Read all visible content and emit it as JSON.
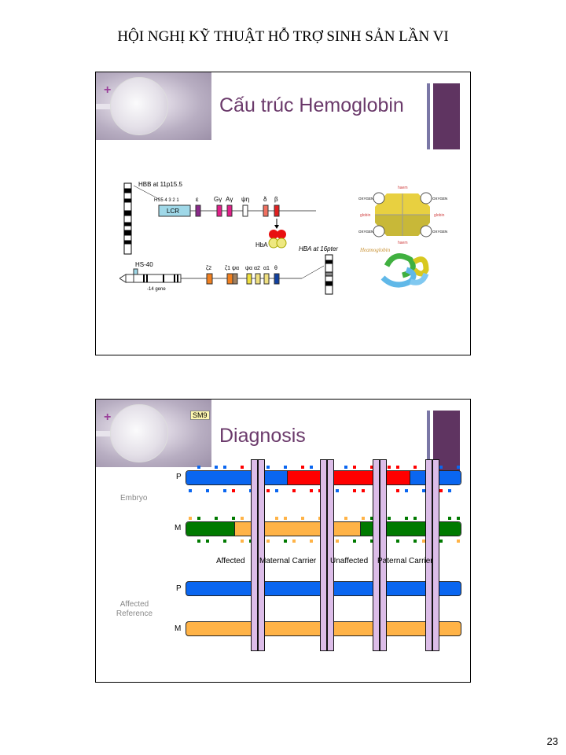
{
  "header": "HỘI NGHỊ KỸ THUẬT HỖ TRỢ SINH SẢN LẦN VI",
  "page_number": "23",
  "slide1": {
    "title": "Cấu trúc Hemoglobin",
    "diagram": {
      "hbb": "HBB at 11p15.5",
      "hs": "HS5 4 3 2 1",
      "lcr": "LCR",
      "genes_beta": [
        "ε",
        "Gγ",
        "Aγ",
        "ψη",
        "δ",
        "β"
      ],
      "hba_label": "HbA",
      "hba": "HBA at 16pter",
      "hs40": "HS-40",
      "gene14": "-14 gene",
      "genes_alpha": [
        "ζ2",
        "ζ1",
        "ψα",
        "ψα",
        "α2",
        "α1",
        "θ"
      ]
    },
    "structure": {
      "heme": "haem",
      "oxygen": "OXYGEN",
      "globin": "globin",
      "caption": "Heamoglobin"
    }
  },
  "slide2": {
    "title": "Diagnosis",
    "tag": "SM9",
    "embryo_label": "Embryo",
    "reference_label": "Affected Reference",
    "p": "P",
    "m": "M",
    "outcomes": [
      "Affected",
      "Maternal Carrier",
      "Unaffected",
      "Paternal Carrier"
    ],
    "colors": {
      "blue": "#0a66f0",
      "red": "#ff0000",
      "green": "#007a00",
      "orange": "#ffb347",
      "strip": "#dcbde8"
    }
  }
}
